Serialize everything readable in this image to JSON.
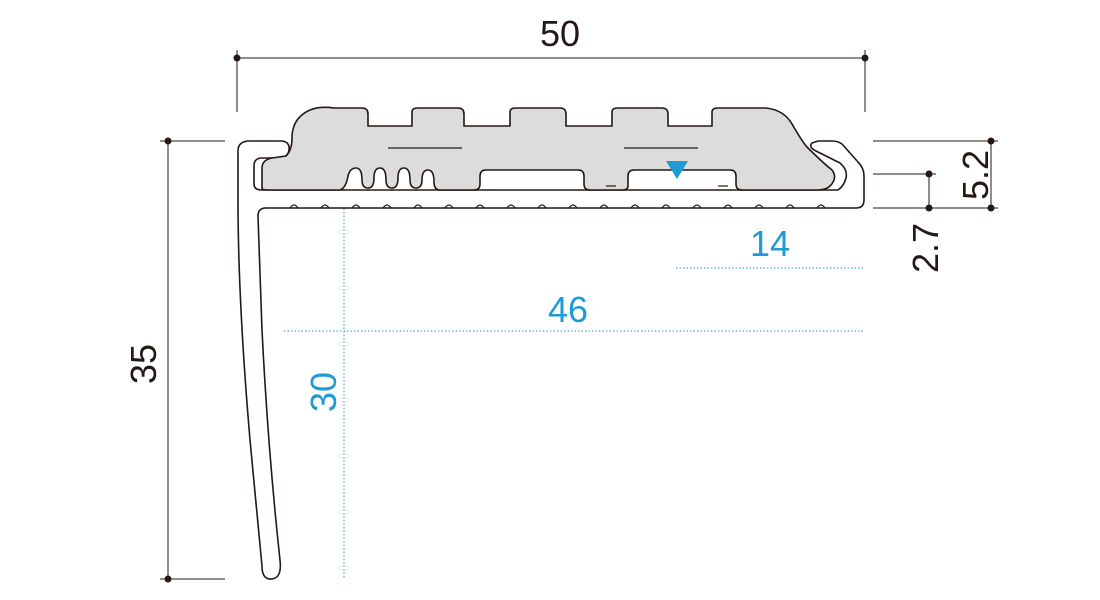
{
  "dimensions": {
    "overall_width": "50",
    "overall_height": "35",
    "insert_height": "5.2",
    "base_thickness": "2.7"
  },
  "reference_dimensions": {
    "horizontal_46": "46",
    "horizontal_14": "14",
    "vertical_30": "30"
  },
  "colors": {
    "dimension": "#231815",
    "reference": "#1e9ad6",
    "insert_fill": "#dcdcdc",
    "marker": "#1e9ad6"
  },
  "marker": "triangle-down-icon"
}
